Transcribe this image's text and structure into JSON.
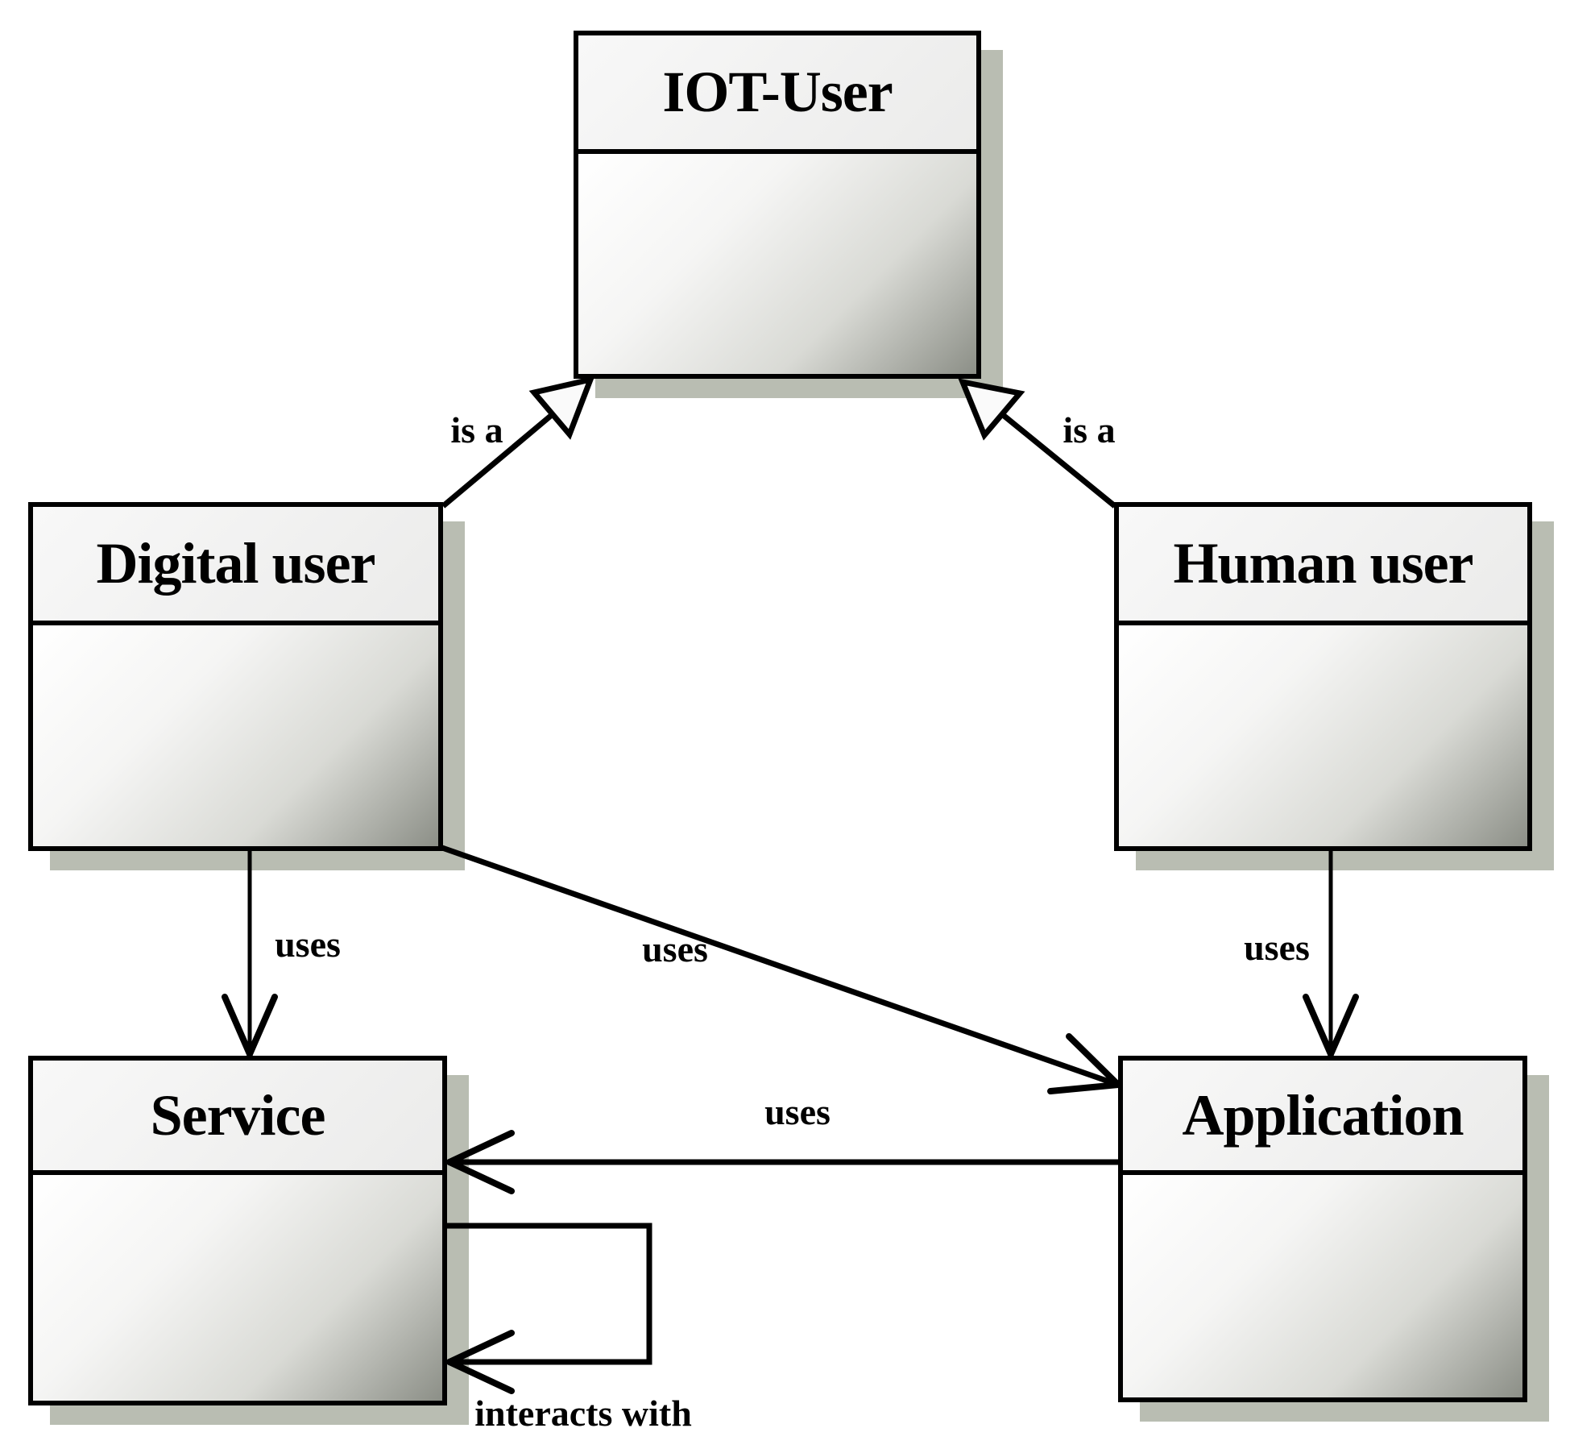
{
  "diagram": {
    "kind": "uml-class-diagram",
    "background": "#ffffff",
    "classes": [
      {
        "name": "IOT-User"
      },
      {
        "name": "Digital user"
      },
      {
        "name": "Human user"
      },
      {
        "name": "Service"
      },
      {
        "name": "Application"
      }
    ],
    "relationships": [
      {
        "from": "Digital user",
        "to": "IOT-User",
        "type": "generalization",
        "label": "is a"
      },
      {
        "from": "Human user",
        "to": "IOT-User",
        "type": "generalization",
        "label": "is a"
      },
      {
        "from": "Digital user",
        "to": "Service",
        "type": "directed-association",
        "label": "uses"
      },
      {
        "from": "Digital user",
        "to": "Application",
        "type": "directed-association",
        "label": "uses"
      },
      {
        "from": "Human user",
        "to": "Application",
        "type": "directed-association",
        "label": "uses"
      },
      {
        "from": "Application",
        "to": "Service",
        "type": "directed-association",
        "label": "uses"
      },
      {
        "from": "Service",
        "to": "Service",
        "type": "self-association",
        "label": "interacts with"
      }
    ],
    "colors": {
      "line": "#000000",
      "shadow": "#b9bdb2",
      "title_fill": "#f2f2f1",
      "body_gradient_start": "#ffffff",
      "body_gradient_end": "#8c8f87",
      "triangle_fill": "#fafafa"
    }
  }
}
